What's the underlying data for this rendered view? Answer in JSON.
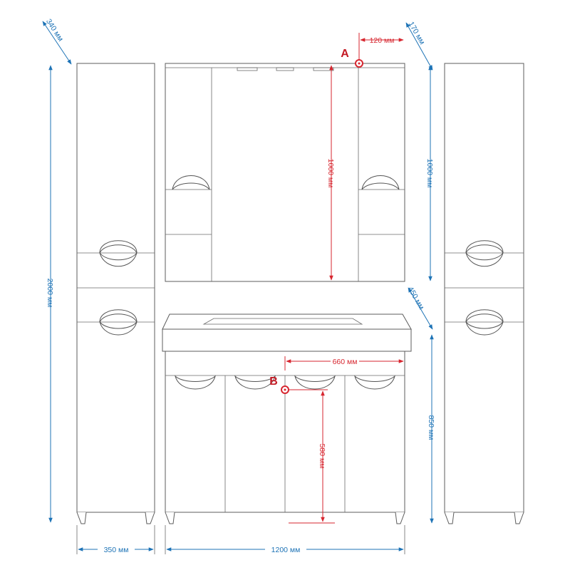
{
  "colors": {
    "furniture_line": "#5c5c5c",
    "dimension_blue": "#1d73b6",
    "dimension_red": "#d7262f"
  },
  "dimensions": {
    "column_depth": "340 мм",
    "mirror_cabinet_depth": "170 мм",
    "point_a_offset": "120 мм",
    "mirror_height_red": "1000 мм",
    "mirror_height_blue": "1000 мм",
    "column_height": "2000 мм",
    "vanity_depth": "450 мм",
    "vanity_height": "850 мм",
    "point_b_offset": "660 мм",
    "point_b_height": "580 мм",
    "column_width": "350 мм",
    "vanity_width": "1200 мм"
  },
  "points": {
    "a": "A",
    "b": "B"
  }
}
